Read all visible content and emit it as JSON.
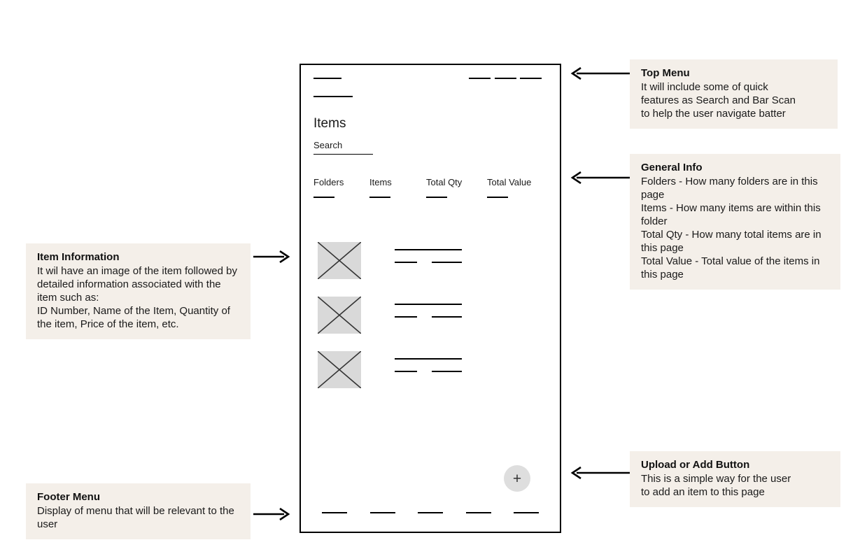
{
  "notes": [
    {
      "id": "top-menu",
      "title": "Top Menu",
      "body": "It will include some of quick\nfeatures as Search and Bar Scan\nto help the user navigate batter"
    },
    {
      "id": "general-info",
      "title": "General Info",
      "body": "Folders - How many folders are in this page\nItems - How many items are within this folder\nTotal Qty - How many total items are in this page\nTotal Value - Total value of the items in this page"
    },
    {
      "id": "item-info",
      "title": "Item Information",
      "body": "It wil have an image of the item followed by detailed information associated with the item such as:\nID Number, Name of the Item, Quantity of the item, Price of the item, etc."
    },
    {
      "id": "upload-add",
      "title": "Upload or Add Button",
      "body": "This is a simple way for the user\nto add an item to this page"
    },
    {
      "id": "footer-menu",
      "title": "Footer Menu",
      "body": "Display of menu that will be relevant to the user"
    }
  ],
  "phone": {
    "heading": "Items",
    "search": {
      "label": "Search"
    },
    "stats": [
      {
        "label": "Folders"
      },
      {
        "label": "Items"
      },
      {
        "label": "Total Qty"
      },
      {
        "label": "Total Value"
      }
    ],
    "items": [
      {
        "thumbnail": "placeholder-image-crossed"
      },
      {
        "thumbnail": "placeholder-image-crossed"
      },
      {
        "thumbnail": "placeholder-image-crossed"
      }
    ],
    "add_button": {
      "glyph": "+"
    },
    "footer_items": 5,
    "top_bar": {
      "left_lines": 2,
      "right_lines": 3
    }
  },
  "colors": {
    "note_background": "#f4efe9",
    "stroke": "#000000",
    "thumbnail_fill": "#d9d9d9",
    "add_button_fill": "#dedede"
  },
  "icons": {
    "arrow_left": "arrow-left-icon",
    "arrow_right": "arrow-right-icon",
    "plus": "plus-icon"
  }
}
